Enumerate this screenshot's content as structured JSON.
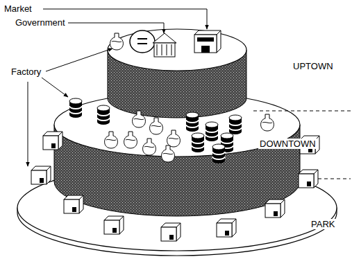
{
  "diagram": {
    "labels": [
      "Market",
      "Government",
      "Factory",
      "UPTOWN",
      "DOWNTOWN",
      "PARK"
    ]
  }
}
